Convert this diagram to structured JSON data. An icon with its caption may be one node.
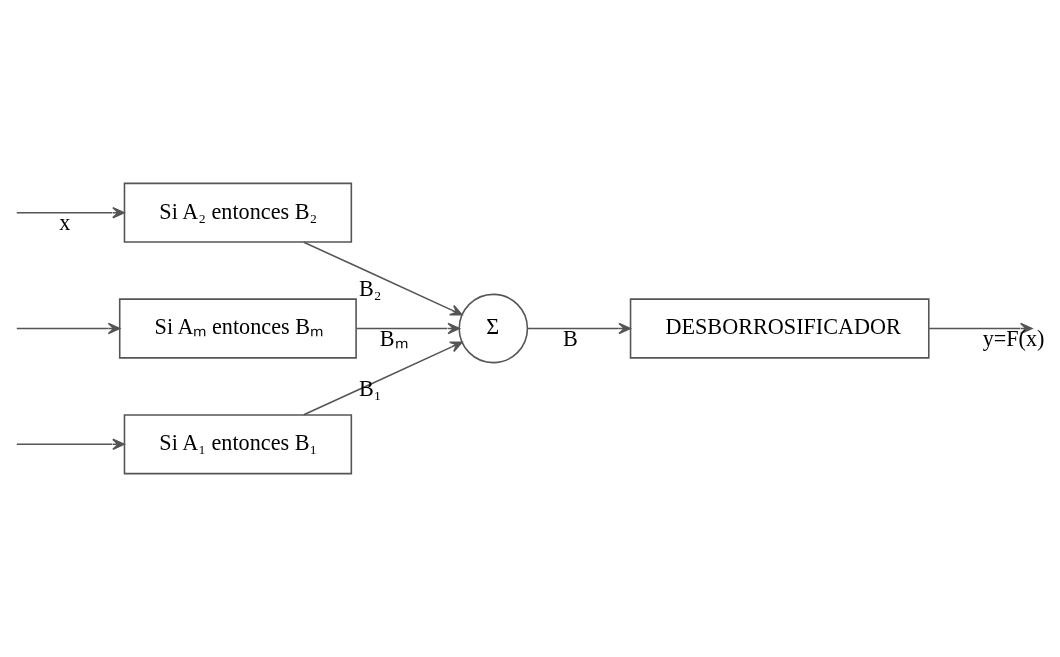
{
  "diagram": {
    "nodes": [
      {
        "text": [
          "Si A₁ entonces B₁"
        ]
      },
      {
        "text": [
          "Si A₂ entonces B₂"
        ]
      },
      {
        "text": [
          "Si Aₘ entonces Bₘ"
        ]
      },
      {
        "text": [
          "Σ"
        ]
      },
      {
        "text": [
          "DESBORROSIFICADOR"
        ]
      }
    ],
    "edges": [
      {
        "from": null,
        "to": 0,
        "arrow": "to"
      },
      {
        "from": null,
        "to": 1,
        "arrow": "to",
        "label": "x"
      },
      {
        "from": null,
        "to": 2,
        "arrow": "to"
      },
      {
        "from": 0,
        "to": 3,
        "arrow": "to",
        "label": "B₁"
      },
      {
        "from": 1,
        "to": 3,
        "arrow": "to",
        "label": "B₂"
      },
      {
        "from": 2,
        "to": 3,
        "arrow": "to",
        "label": "Bₘ"
      },
      {
        "from": 3,
        "to": 4,
        "arrow": "to",
        "label": "B"
      },
      {
        "from": 4,
        "to": null,
        "arrow": "to",
        "label": "y=F(x)"
      }
    ]
  }
}
